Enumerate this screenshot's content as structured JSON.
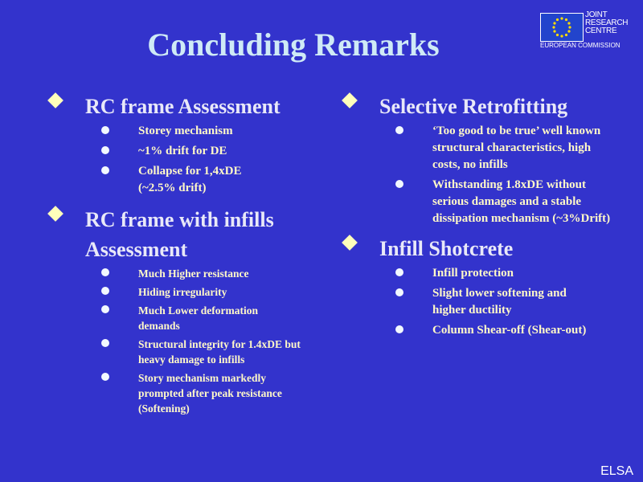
{
  "slide": {
    "title": "Concluding Remarks",
    "footer": "ELSA",
    "logo": {
      "line1": "JOINT",
      "line2": "RESEARCH",
      "line3": "CENTRE",
      "line4": "EUROPEAN COMMISSION"
    },
    "left": [
      {
        "heading": "RC frame Assessment",
        "items": [
          "Storey mechanism",
          "~1% drift for DE",
          "Collapse for 1,4xDE (~2.5% drift)"
        ]
      },
      {
        "heading": "RC frame with infills Assessment",
        "items": [
          "Much Higher resistance",
          "Hiding irregularity",
          "Much Lower deformation demands",
          "Structural integrity for 1.4xDE but heavy damage to infills",
          "Story mechanism markedly prompted after peak resistance (Softening)"
        ]
      }
    ],
    "right": [
      {
        "heading": "Selective Retrofitting",
        "items": [
          "‘Too good to be true’ well known structural characteristics, high costs, no infills",
          "Withstanding 1.8xDE without serious damages and a stable dissipation mechanism (~3%Drift)"
        ]
      },
      {
        "heading": "Infill Shotcrete",
        "items": [
          "Infill protection",
          "Slight lower softening and higher ductility",
          "Column Shear-off (Shear-out)"
        ]
      }
    ],
    "colors": {
      "background": "#3333cc",
      "title": "#cfeaf6",
      "subitem": "#fff8c8",
      "diamond": "#ffffbb"
    }
  }
}
